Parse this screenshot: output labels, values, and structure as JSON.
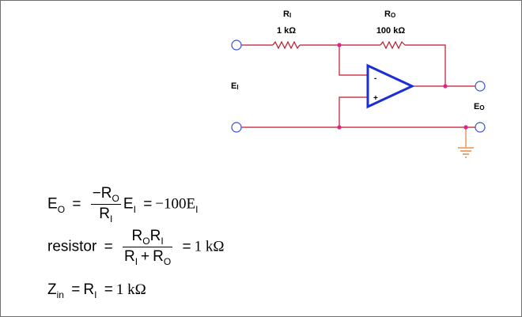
{
  "circuit": {
    "ri_label": {
      "main": "R",
      "sub": "I"
    },
    "ro_label": {
      "main": "R",
      "sub": "O"
    },
    "ri_value": "1 kΩ",
    "ro_value": "100 kΩ",
    "input_label": {
      "main": "E",
      "sub": "I"
    },
    "output_label": {
      "main": "E",
      "sub": "O"
    },
    "minus": "-",
    "plus": "+"
  },
  "equations": {
    "eq1": {
      "lhs": "E",
      "lhs_sub": "O",
      "eq_sign": "=",
      "num": "−R",
      "num_sub": "O",
      "den": "R",
      "den_sub": "I",
      "after": "E",
      "after_sub": "I",
      "eq_sign2": "=",
      "result": "−100E",
      "result_sub": "I"
    },
    "eq2": {
      "lhs": "resistor",
      "eq_sign": "=",
      "num_a": "R",
      "num_a_sub": "O",
      "num_b": "R",
      "num_b_sub": "I",
      "den_a": "R",
      "den_a_sub": "I",
      "den_plus": "+",
      "den_b": "R",
      "den_b_sub": "O",
      "eq_sign2": "=",
      "result": "1 kΩ"
    },
    "eq3": {
      "lhs": "Z",
      "lhs_sub": "in",
      "eq_sign": "=",
      "mid": "R",
      "mid_sub": "I",
      "eq_sign2": "=",
      "result": "1 kΩ"
    }
  },
  "colors": {
    "wire": "#c0182a",
    "junction": "#e0218a",
    "opamp": "#1c2ed6",
    "ground": "#e07a2e",
    "terminal": "#3a4fd8"
  }
}
